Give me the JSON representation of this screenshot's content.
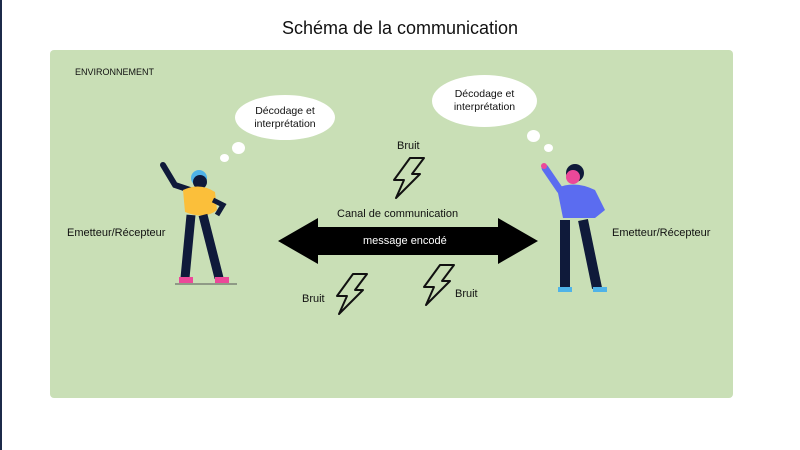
{
  "title": "Schéma de la communication",
  "environment": "ENVIRONNEMENT",
  "left_bubble": {
    "line1": "Décodage et",
    "line2": "interprétation"
  },
  "right_bubble": {
    "line1": "Décodage et",
    "line2": "interprétation"
  },
  "left_label": "Emetteur/Récepteur",
  "right_label": "Emetteur/Récepteur",
  "channel_label": "Canal de communication",
  "message_label": "message encodé",
  "noise": [
    "Bruit",
    "Bruit",
    "Bruit"
  ],
  "colors": {
    "panel": "#c9dfb6",
    "arrow": "#000000"
  }
}
